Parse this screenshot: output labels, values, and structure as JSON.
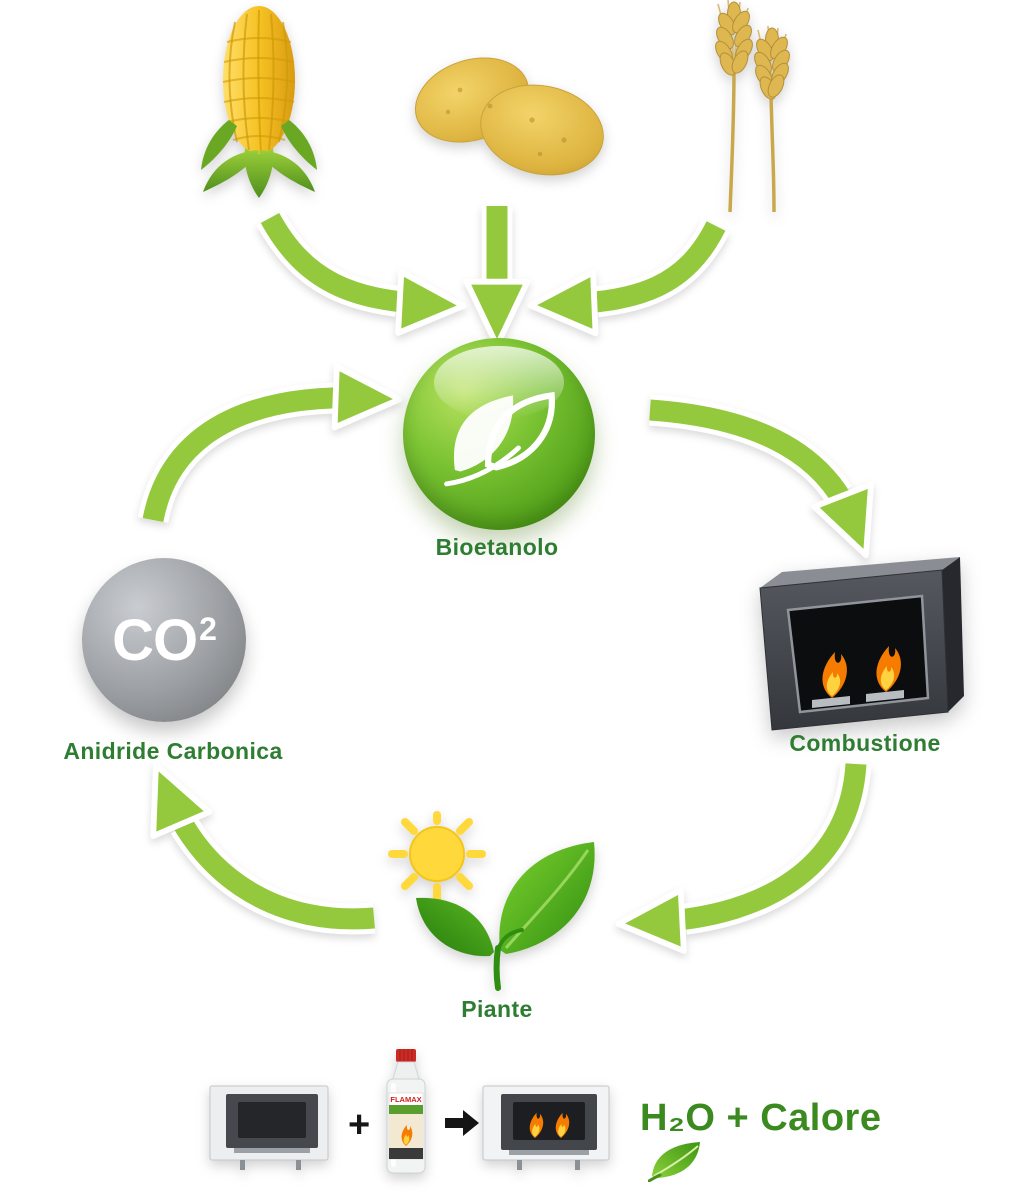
{
  "labels": {
    "bioethanol": "Bioetanolo",
    "combustion": "Combustione",
    "co2": "Anidride Carbonica",
    "plants": "Piante"
  },
  "co2_node": {
    "symbol": "CO",
    "superscript": "2"
  },
  "equation": {
    "plus": "+",
    "result": "H₂O + Calore"
  },
  "bottle": {
    "brand": "FLAMAX"
  },
  "colors": {
    "arrow_green": "#94c93d",
    "label_green": "#2e7d32",
    "result_green": "#3b8a1f",
    "flame_orange": "#f57c00",
    "flame_yellow": "#ffd23f",
    "sun_yellow": "#ffd93b",
    "cap_red": "#cc2a24",
    "brand_red": "#d21f1f"
  }
}
